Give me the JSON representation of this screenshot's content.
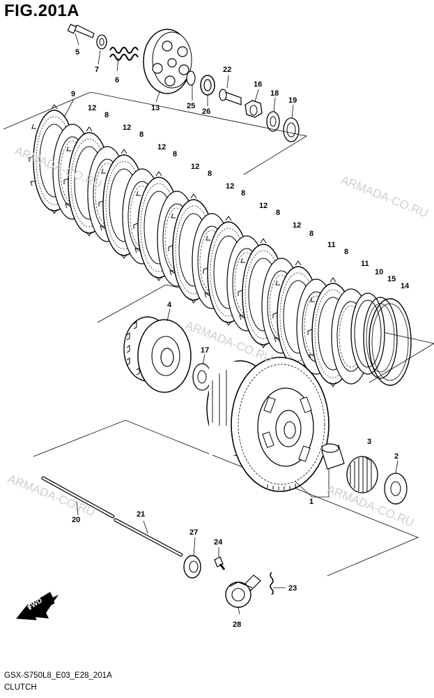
{
  "figure": {
    "title": "FIG.201A",
    "code": "GSX-S750L8_E03_E28_201A",
    "name": "CLUTCH"
  },
  "watermark": "ARMADA-CO.RU",
  "fwd_label": "FWD",
  "callouts": [
    "1",
    "2",
    "3",
    "4",
    "5",
    "6",
    "7",
    "8",
    "9",
    "10",
    "11",
    "12",
    "13",
    "14",
    "15",
    "16",
    "17",
    "18",
    "19",
    "20",
    "21",
    "22",
    "23",
    "24",
    "25",
    "26",
    "27",
    "28"
  ],
  "colors": {
    "line": "#000000",
    "watermark": "#cfcfcf",
    "background": "#ffffff"
  }
}
